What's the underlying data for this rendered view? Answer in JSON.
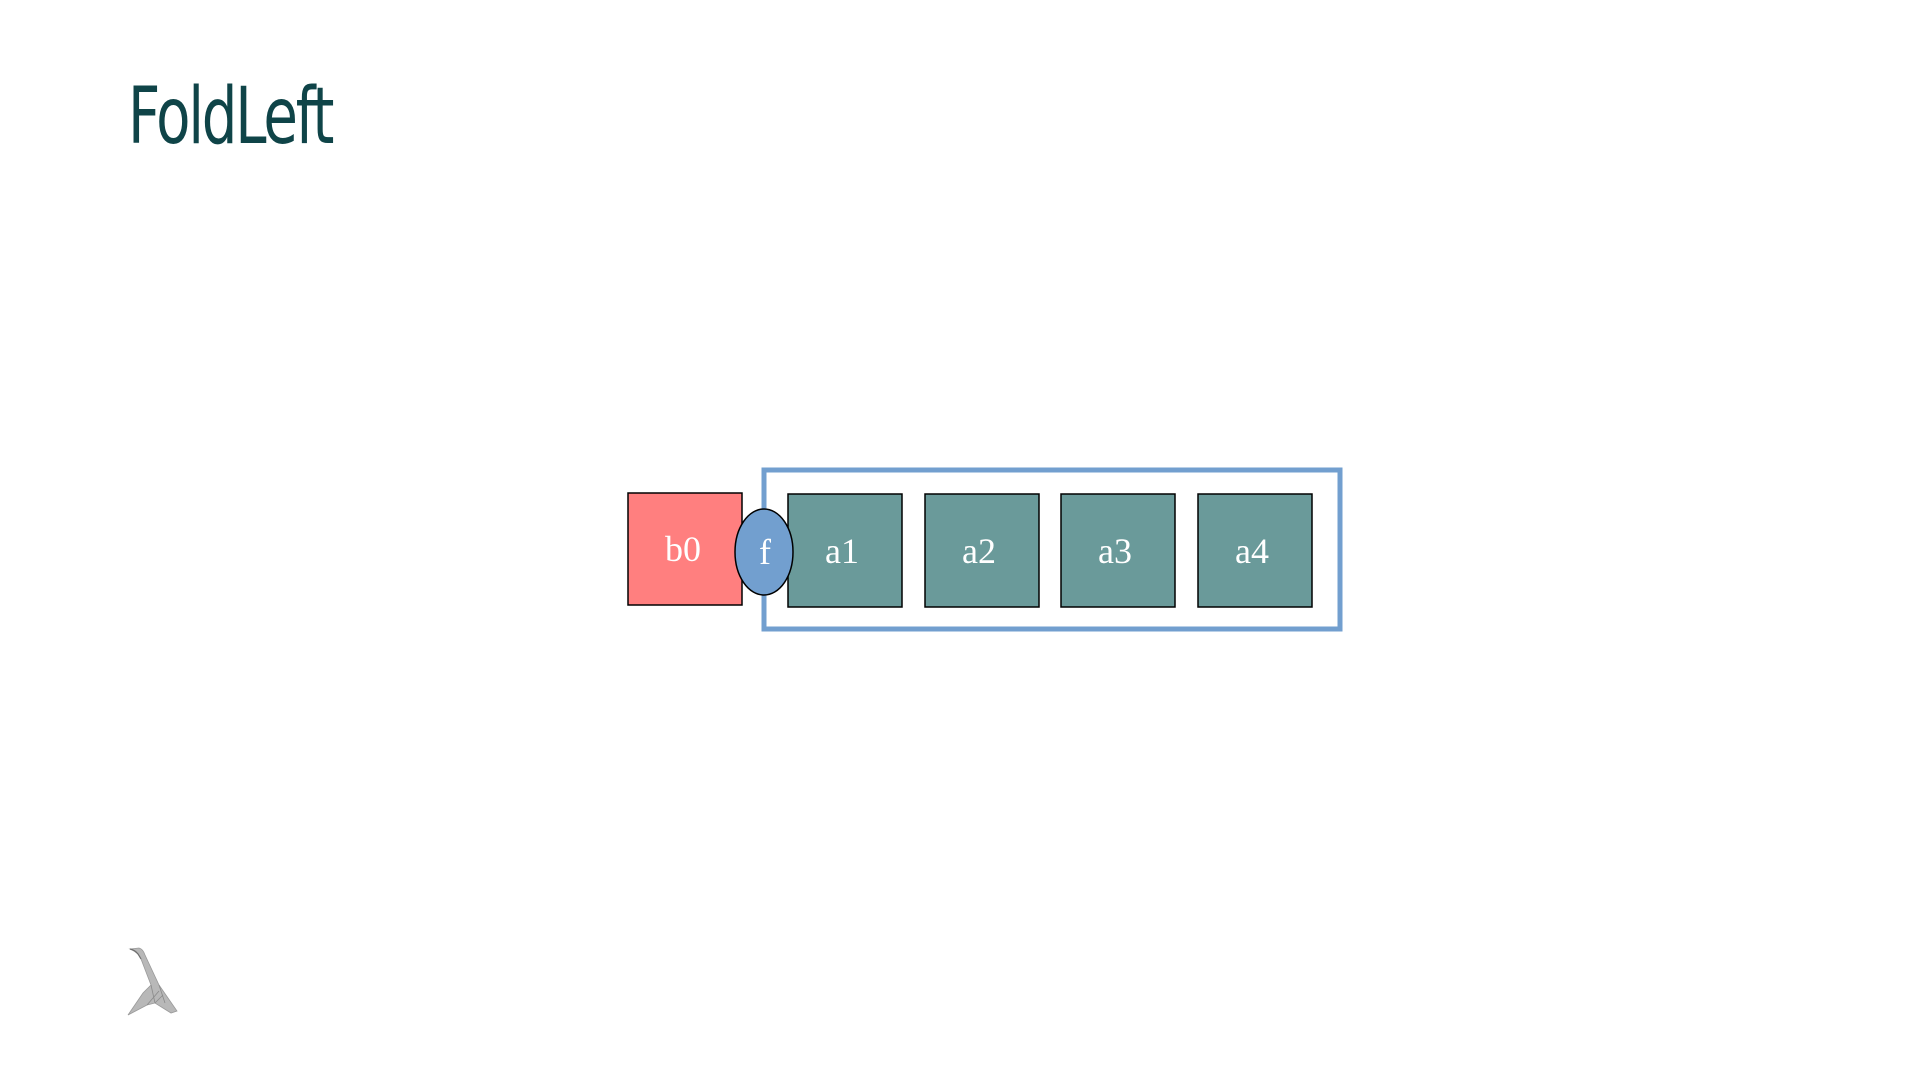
{
  "slide": {
    "title": "FoldLeft"
  },
  "diagram": {
    "accumulator": {
      "label": "b0",
      "color": "#ff7f7f"
    },
    "function": {
      "label": "f",
      "color": "#729fcf"
    },
    "list_border_color": "#729fcf",
    "elements": [
      {
        "label": "a1"
      },
      {
        "label": "a2"
      },
      {
        "label": "a3"
      },
      {
        "label": "a4"
      }
    ],
    "element_color": "#6a9a9a"
  },
  "logo": {
    "icon": "lambda-logo-icon"
  }
}
